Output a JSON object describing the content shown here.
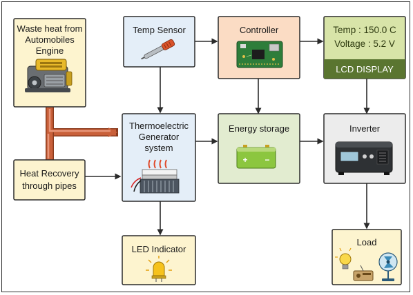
{
  "blocks": {
    "waste_heat": [
      "Waste heat from",
      "Automobiles",
      "Engine"
    ],
    "temp_sensor": "Temp Sensor",
    "controller": "Controller",
    "lcd": {
      "line1": "Temp : 150.0 C",
      "line2": "Voltage : 5.2 V",
      "caption": "LCD DISPLAY"
    },
    "teg": [
      "Thermoelectric",
      "Generator",
      "system"
    ],
    "energy_storage": "Energy storage",
    "inverter": "Inverter",
    "heat_recovery": [
      "Heat Recovery",
      "through pipes"
    ],
    "led": "LED Indicator",
    "load": "Load"
  },
  "battery_terminals": {
    "positive": "+",
    "negative": "−"
  },
  "colors": {
    "waste_heat_fill": "#fdf4cf",
    "sensor_fill": "#e4eef8",
    "controller_fill": "#fbdcc4",
    "lcd_fill": "#d8e4a8",
    "lcd_caption_fill": "#5a7530",
    "teg_fill": "#e4eef8",
    "storage_fill": "#e2ecd0",
    "inverter_fill": "#ececec",
    "heat_recovery_fill": "#fdf4cf",
    "led_fill": "#fdf4cf",
    "load_fill": "#fdf4cf",
    "pipe": "#c9603a"
  },
  "icons": [
    "engine-icon",
    "thermometer-probe-icon",
    "circuit-board-icon",
    "teg-module-icon",
    "battery-icon",
    "inverter-device-icon",
    "led-bulb-icon",
    "load-appliances-icon"
  ]
}
